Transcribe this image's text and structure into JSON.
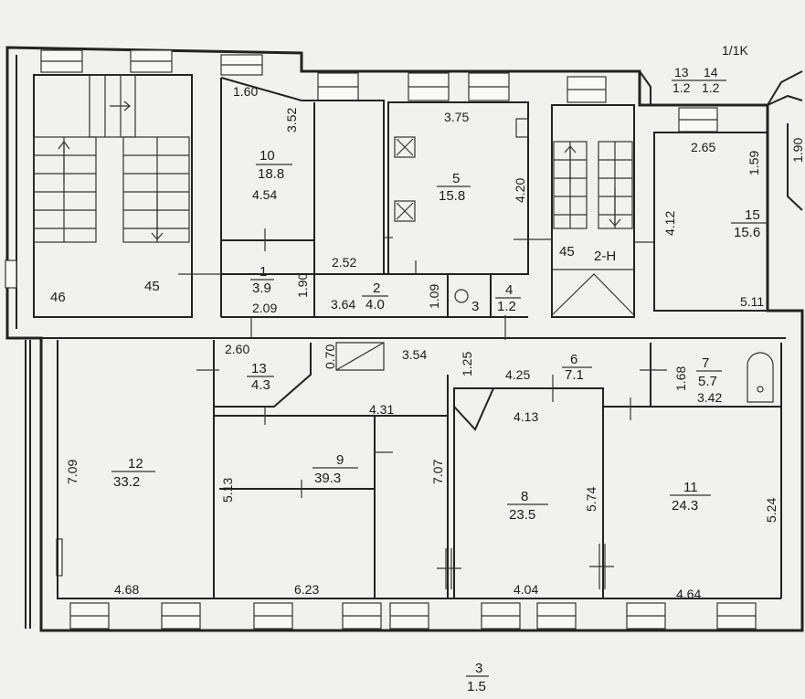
{
  "corner_label": "1/1K",
  "top_right": {
    "room13": "13",
    "area13": "1.2",
    "room14": "14",
    "area14": "1.2"
  },
  "bottom": {
    "room": "3",
    "area": "1.5"
  },
  "rooms": [
    {
      "id": "r10",
      "num": "10",
      "area": "18.8"
    },
    {
      "id": "r5",
      "num": "5",
      "area": "15.8"
    },
    {
      "id": "r15",
      "num": "15",
      "area": "15.6"
    },
    {
      "id": "r1",
      "num": "1",
      "area": "3.9"
    },
    {
      "id": "r2",
      "num": "2",
      "area": "4.0"
    },
    {
      "id": "r4",
      "num": "4",
      "area": "1.2"
    },
    {
      "id": "r13b",
      "num": "13",
      "area": "4.3"
    },
    {
      "id": "r6",
      "num": "6",
      "area": "7.1"
    },
    {
      "id": "r7",
      "num": "7",
      "area": "5.7"
    },
    {
      "id": "r12",
      "num": "12",
      "area": "33.2"
    },
    {
      "id": "r9",
      "num": "9",
      "area": "39.3"
    },
    {
      "id": "r8",
      "num": "8",
      "area": "23.5"
    },
    {
      "id": "r11",
      "num": "11",
      "area": "24.3"
    }
  ],
  "labels": {
    "stair_left_a": "46",
    "stair_left_b": "45",
    "stair_mid": "45",
    "stair_mid_code": "2-H",
    "small_room_3": "3"
  },
  "dimensions": {
    "d_1_60": "1.60",
    "d_3_52": "3.52",
    "d_4_54": "4.54",
    "d_3_75": "3.75",
    "d_4_20": "4.20",
    "d_2_65": "2.65",
    "d_1_59": "1.59",
    "d_1_90_right": "1.90",
    "d_4_12": "4.12",
    "d_5_11": "5.11",
    "d_2_52": "2.52",
    "d_1_90": "1.90",
    "d_3_64": "3.64",
    "d_1_09": "1.09",
    "d_2_09": "2.09",
    "d_2_60": "2.60",
    "d_0_70": "0.70",
    "d_3_54": "3.54",
    "d_1_25": "1.25",
    "d_4_25": "4.25",
    "d_1_68": "1.68",
    "d_3_42": "3.42",
    "d_4_31": "4.31",
    "d_4_13": "4.13",
    "d_7_09": "7.09",
    "d_5_13": "5.13",
    "d_7_07": "7.07",
    "d_5_74": "5.74",
    "d_5_24": "5.24",
    "d_4_68": "4.68",
    "d_6_23": "6.23",
    "d_4_04": "4.04",
    "d_4_64": "4.64"
  }
}
